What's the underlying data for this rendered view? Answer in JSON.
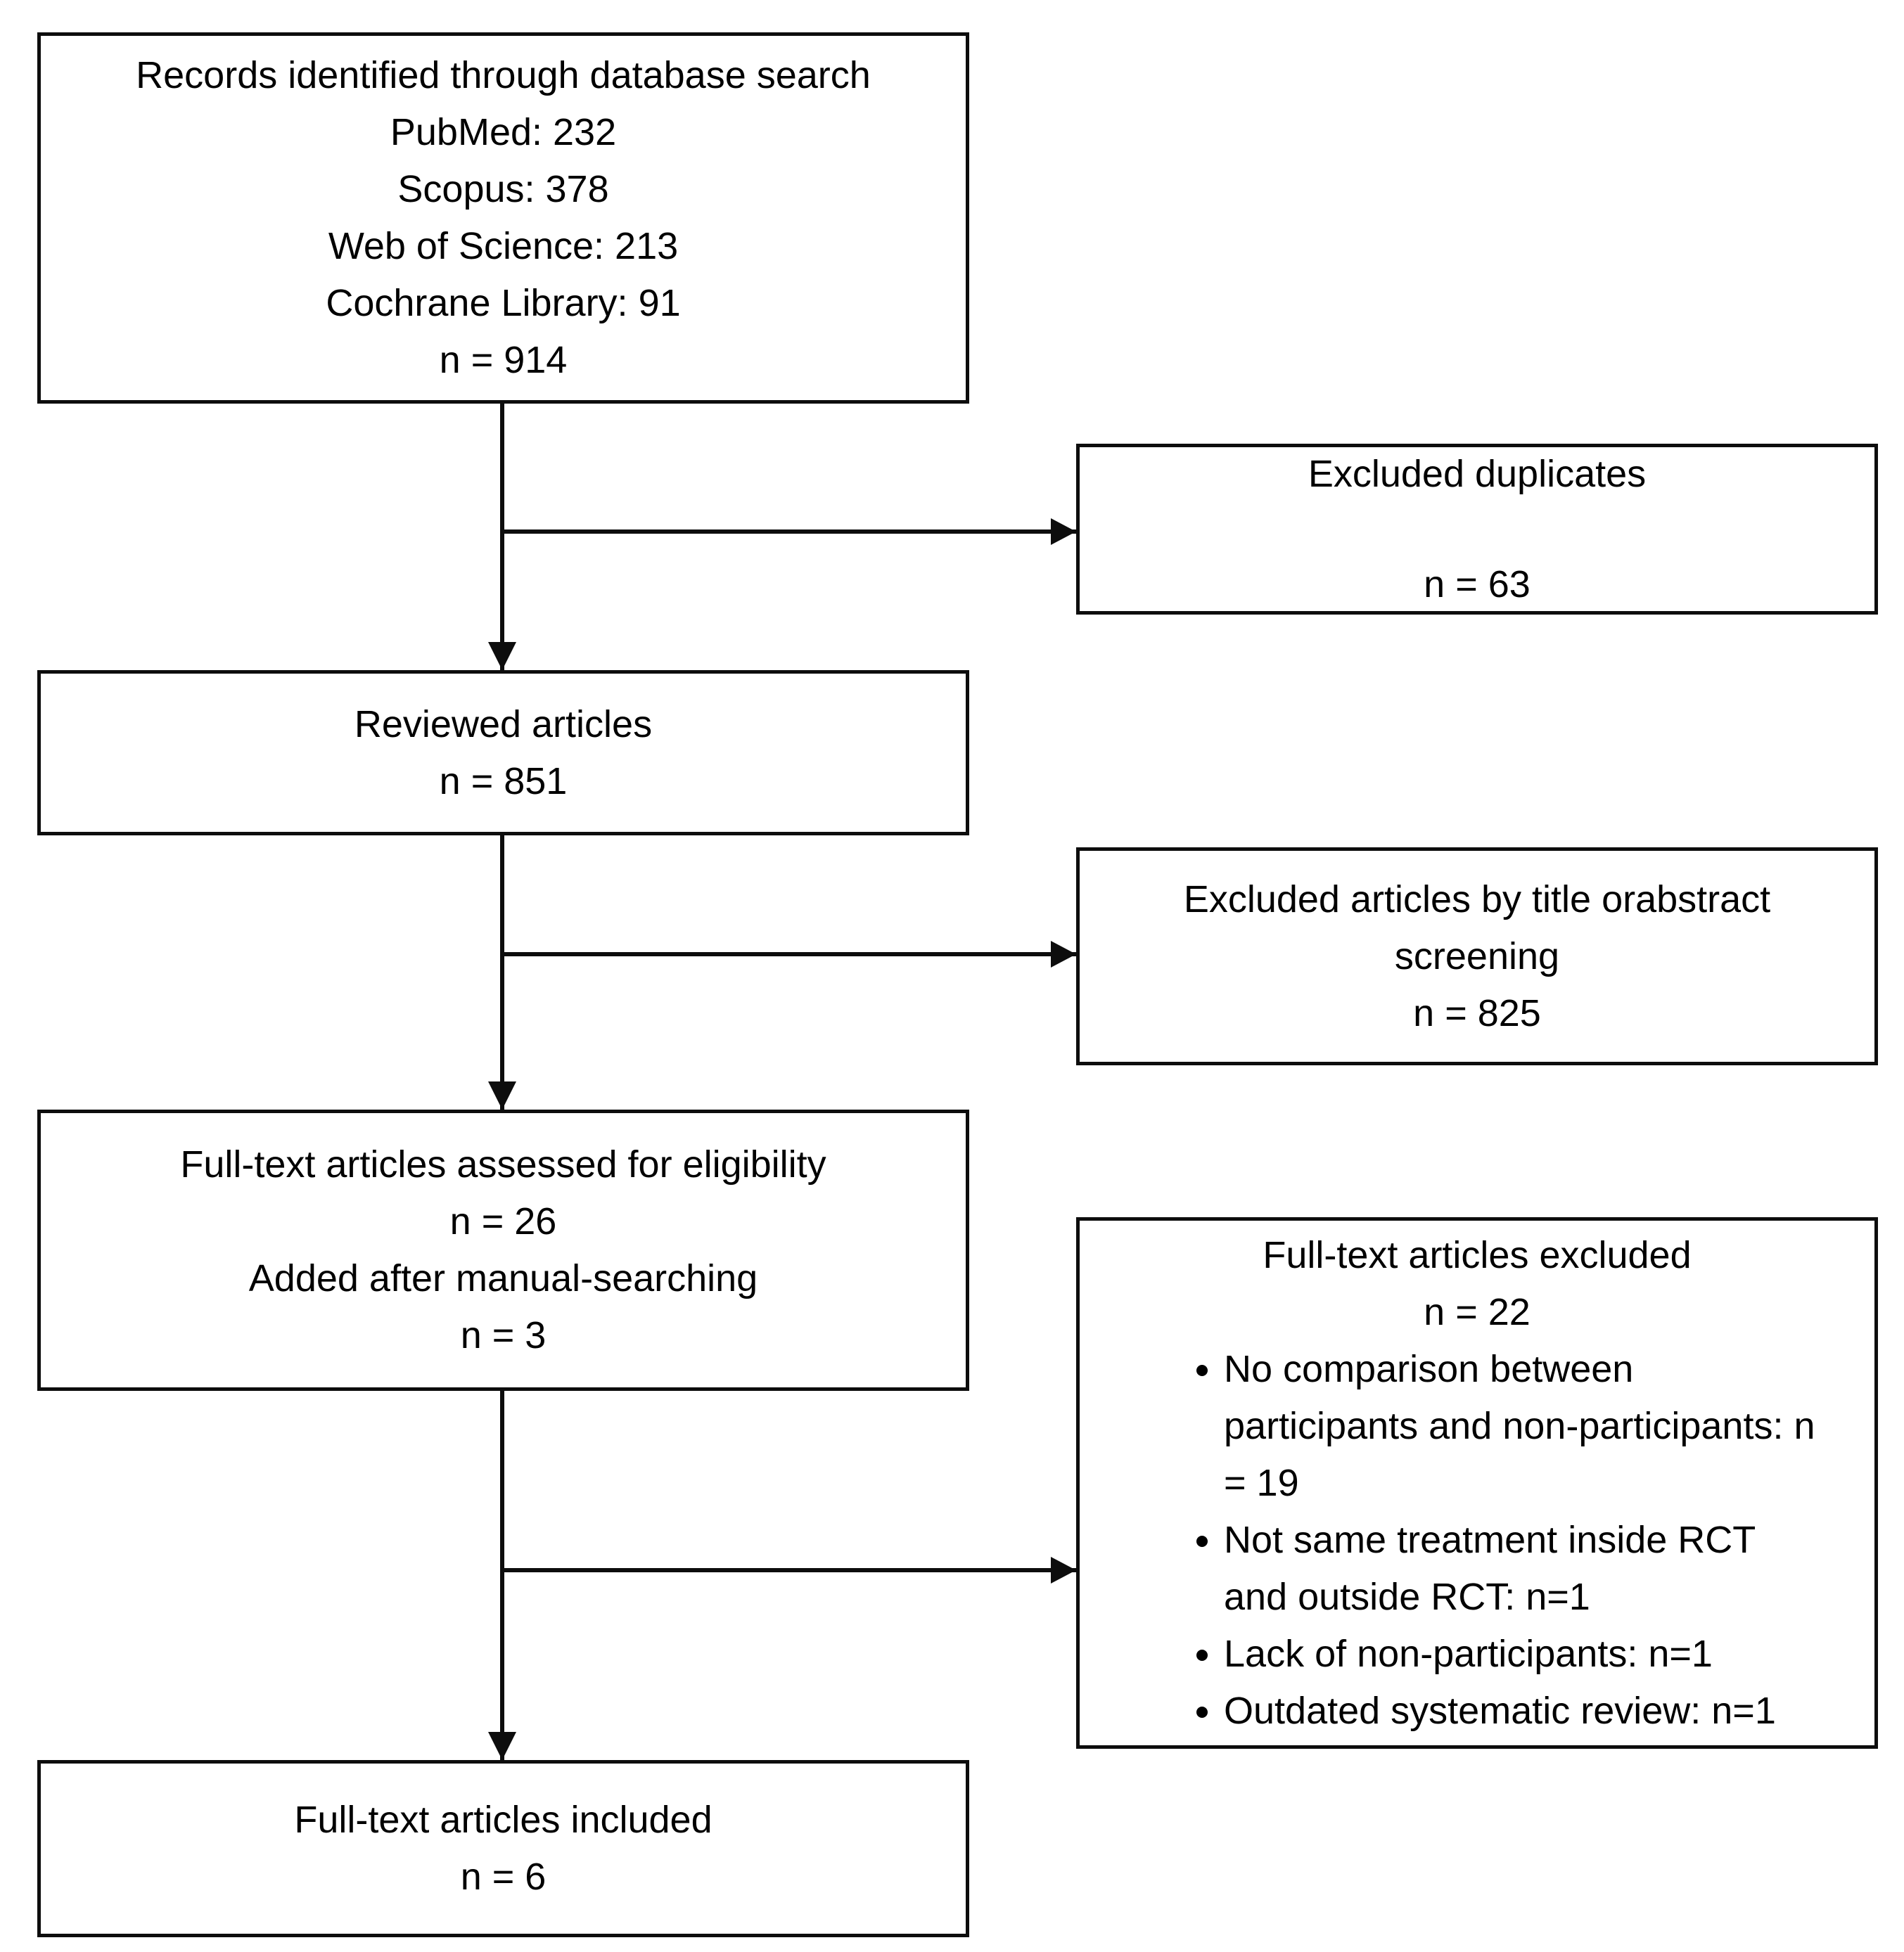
{
  "page": {
    "background_color": "#ffffff",
    "ink_color": "#0d0d0d"
  },
  "boxes": {
    "records": {
      "lines": [
        "Records identified through database search",
        "PubMed: 232",
        "Scopus: 378",
        "Web of Science: 213",
        "Cochrane Library: 91",
        "n = 914"
      ]
    },
    "excluded_duplicates": {
      "lines": [
        "Excluded duplicates",
        "n = 63"
      ]
    },
    "reviewed": {
      "lines": [
        "Reviewed articles",
        "n = 851"
      ]
    },
    "excluded_screening": {
      "lines": [
        "Excluded articles by title orabstract",
        "screening",
        "n = 825"
      ]
    },
    "assessed": {
      "lines": [
        "Full-text articles assessed for eligibility",
        "n = 26",
        "Added after manual-searching",
        "n = 3"
      ]
    },
    "fulltext_excluded": {
      "title": "Full-text articles excluded",
      "count": "n = 22",
      "bullets": [
        "No comparison between participants and non-participants: n = 19",
        "Not same treatment inside RCT and outside RCT: n=1",
        "Lack of non-participants: n=1",
        "Outdated systematic review: n=1"
      ]
    },
    "included": {
      "lines": [
        "Full-text articles included",
        "n = 6"
      ]
    }
  }
}
